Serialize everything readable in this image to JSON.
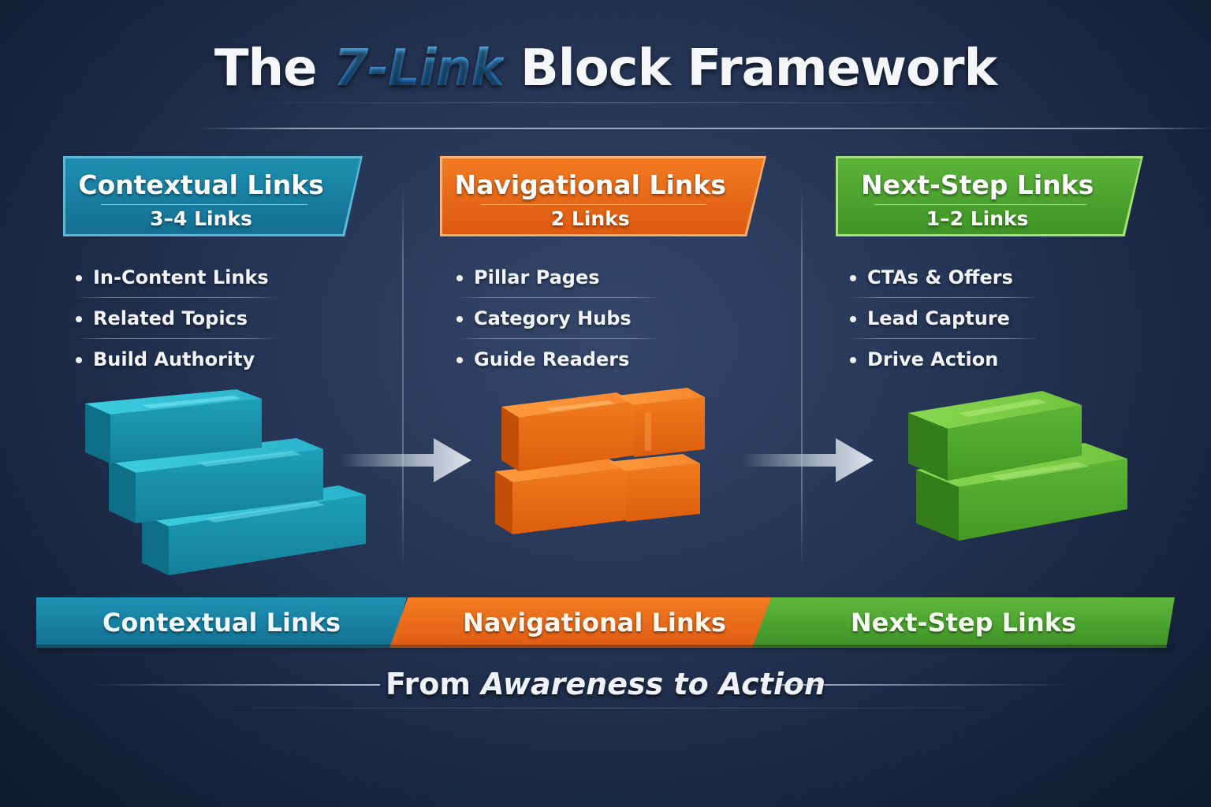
{
  "title": {
    "pre": "The",
    "highlight": "7-Link",
    "post": "Block Framework"
  },
  "columns": [
    {
      "title": "Contextual Links",
      "count": "3–4 Links",
      "bullets": [
        "In-Content Links",
        "Related Topics",
        "Build Authority"
      ]
    },
    {
      "title": "Navigational Links",
      "count": "2 Links",
      "bullets": [
        "Pillar Pages",
        "Category Hubs",
        "Guide Readers"
      ]
    },
    {
      "title": "Next-Step Links",
      "count": "1–2 Links",
      "bullets": [
        "CTAs & Offers",
        "Lead Capture",
        "Drive Action"
      ]
    }
  ],
  "bottom_bar": [
    "Contextual Links",
    "Navigational Links",
    "Next-Step Links"
  ],
  "tagline": {
    "pre": "From",
    "em": "Awareness to Action"
  },
  "colors": {
    "contextual": "#1a86a8",
    "navigational": "#ee6f1c",
    "nextstep": "#52a833",
    "title_highlight": "#2e8fe0",
    "background": "#22304f"
  },
  "icons": [
    "brick-stack-icon",
    "arrow-right-icon"
  ]
}
